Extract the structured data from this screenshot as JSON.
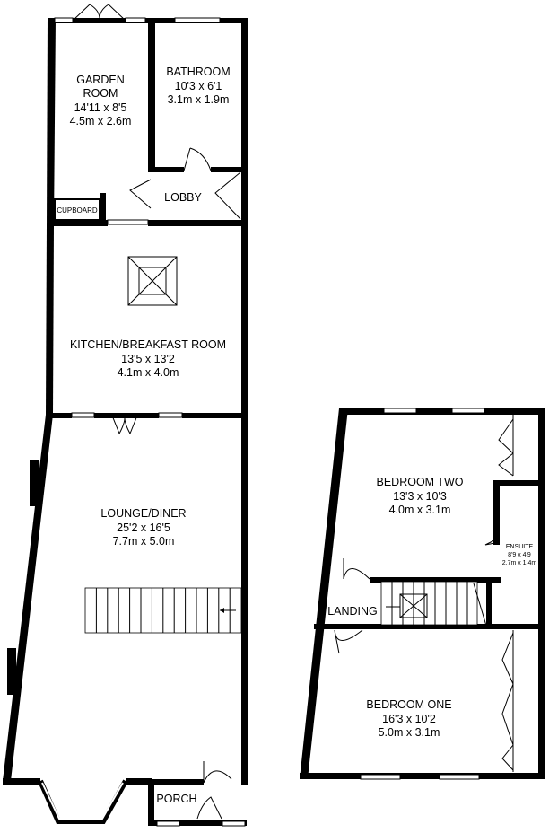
{
  "ground_floor": {
    "garden_room": {
      "name_line1": "GARDEN",
      "name_line2": "ROOM",
      "imperial": "14'11 x 8'5",
      "metric": "4.5m x 2.6m"
    },
    "bathroom": {
      "name": "BATHROOM",
      "imperial": "10'3 x 6'1",
      "metric": "3.1m x 1.9m"
    },
    "lobby": {
      "name": "LOBBY"
    },
    "cupboard": {
      "name": "CUPBOARD"
    },
    "kitchen": {
      "name": "KITCHEN/BREAKFAST ROOM",
      "imperial": "13'5 x 13'2",
      "metric": "4.1m x 4.0m"
    },
    "lounge": {
      "name": "LOUNGE/DINER",
      "imperial": "25'2 x 16'5",
      "metric": "7.7m x 5.0m"
    },
    "porch": {
      "name": "PORCH"
    }
  },
  "first_floor": {
    "bedroom_two": {
      "name": "BEDROOM TWO",
      "imperial": "13'3 x 10'3",
      "metric": "4.0m x 3.1m"
    },
    "ensuite": {
      "name": "ENSUITE",
      "imperial": "8'9 x 4'9",
      "metric": "2.7m x 1.4m"
    },
    "landing": {
      "name": "LANDING"
    },
    "bedroom_one": {
      "name": "BEDROOM ONE",
      "imperial": "16'3 x 10'2",
      "metric": "5.0m x 3.1m"
    }
  }
}
